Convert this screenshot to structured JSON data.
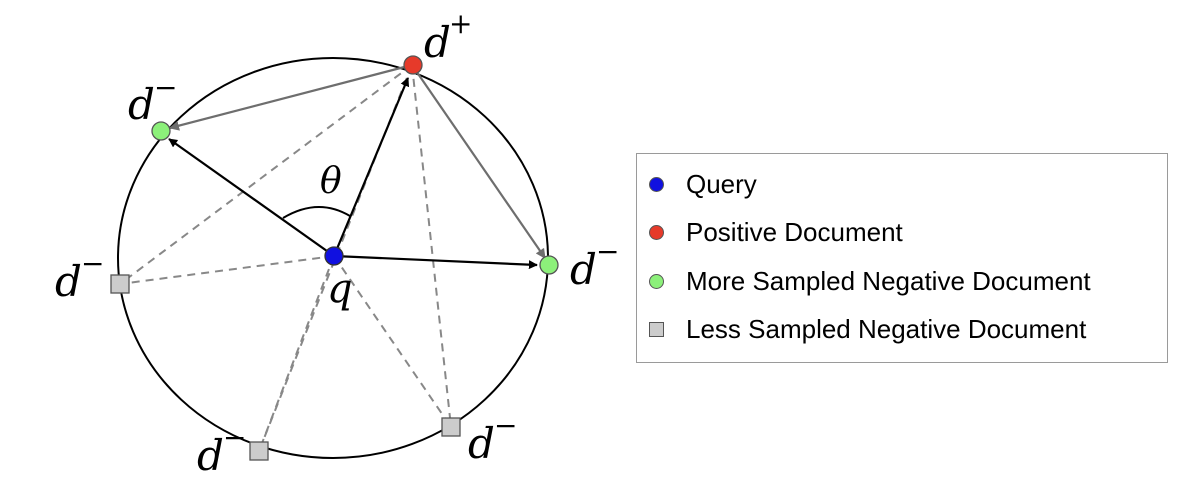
{
  "labels": {
    "q": "q",
    "theta": "θ",
    "d_base": "d",
    "plus": "+",
    "minus": "−"
  },
  "colors": {
    "query": "#1010e0",
    "positive": "#e63a2a",
    "more_negative": "#8cf07a",
    "less_negative": "#cccccc"
  },
  "legend": {
    "items": [
      {
        "label": "Query",
        "marker": "circle",
        "color": "#1010e0"
      },
      {
        "label": "Positive Document",
        "marker": "circle",
        "color": "#e63a2a"
      },
      {
        "label": "More Sampled Negative Document",
        "marker": "circle",
        "color": "#8cf07a"
      },
      {
        "label": "Less Sampled Negative Document",
        "marker": "square",
        "color": "#cccccc"
      }
    ]
  }
}
